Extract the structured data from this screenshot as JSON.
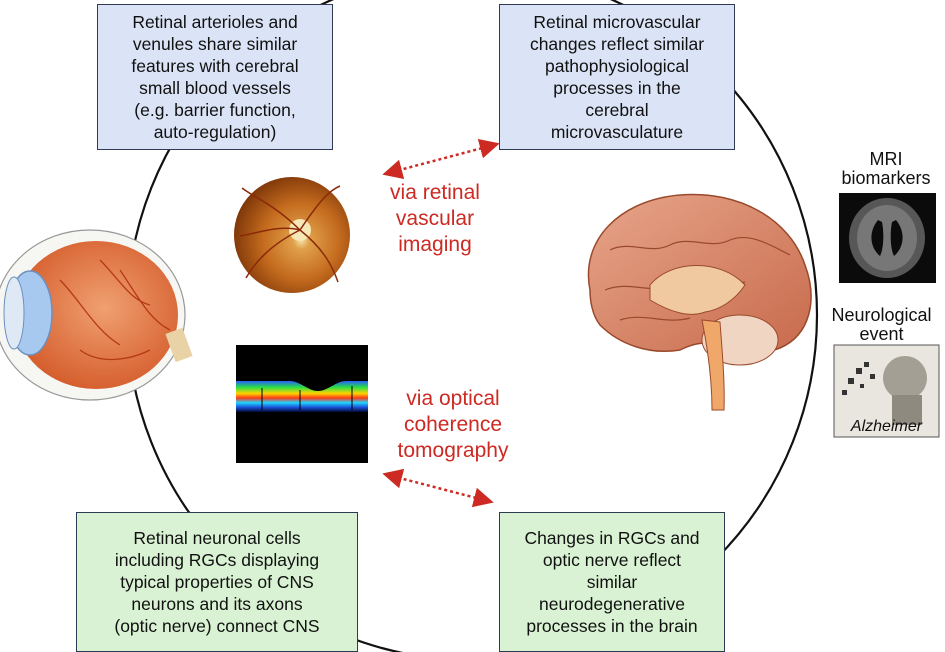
{
  "boxes": {
    "top_left": "Retinal arterioles and\nvenules share similar\nfeatures with cerebral\nsmall blood vessels\n(e.g. barrier function,\nauto-regulation)",
    "top_right": "Retinal microvascular\nchanges reflect similar\npathophysiological\nprocesses in the\ncerebral\nmicrovasculature",
    "bottom_left": "Retinal neuronal cells\nincluding RGCs displaying\ntypical properties of CNS\nneurons and its axons\n(optic nerve) connect CNS",
    "bottom_right": "Changes in RGCs and\noptic nerve reflect\nsimilar\nneurodegenerative\nprocesses in the brain"
  },
  "via": {
    "retinal_imaging": "via retinal\nvascular\nimaging",
    "oct": "via optical\ncoherence\ntomography"
  },
  "side": {
    "mri_label": "MRI\nbiomarkers",
    "neuro_label": "Neurological\nevent",
    "alzheimer_caption": "Alzheimer"
  },
  "colors": {
    "box_blue": "#dbe4f6",
    "box_green": "#d9f2d3",
    "accent_red": "#cc2a22",
    "circle": "#111111"
  }
}
